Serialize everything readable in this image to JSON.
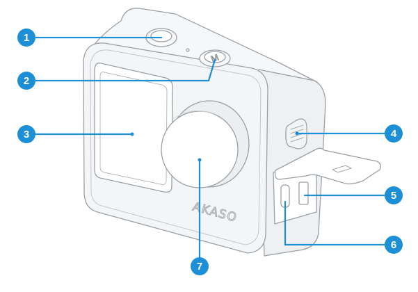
{
  "diagram": {
    "brand_text": "AKASO",
    "mode_button_mark": "M",
    "callouts": [
      {
        "number": "1",
        "part": "shutter-button"
      },
      {
        "number": "2",
        "part": "mode-button"
      },
      {
        "number": "3",
        "part": "touch-screen"
      },
      {
        "number": "4",
        "part": "speaker"
      },
      {
        "number": "5",
        "part": "micro-sd-slot"
      },
      {
        "number": "6",
        "part": "usb-c-port"
      },
      {
        "number": "7",
        "part": "lens"
      }
    ],
    "colors": {
      "callout": "#1c8fd6",
      "outline": "#9aa0a6",
      "body_fill": "#f3f4f5",
      "screen_fill": "#ffffff"
    }
  }
}
